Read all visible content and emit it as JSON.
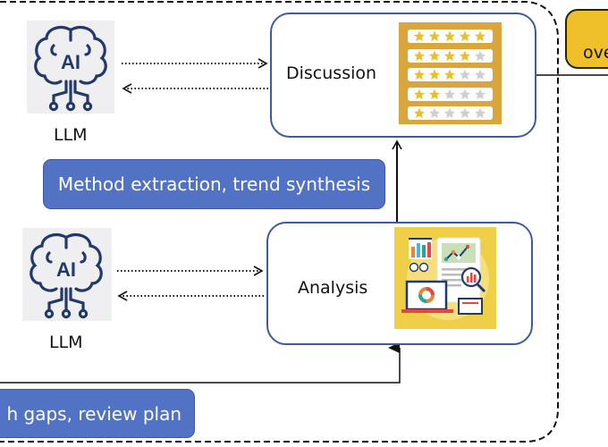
{
  "llm_nodes": [
    {
      "label": "LLM",
      "icon": "ai-brain-icon",
      "icon_text": "AI"
    },
    {
      "label": "LLM",
      "icon": "ai-brain-icon",
      "icon_text": "AI"
    }
  ],
  "process_nodes": {
    "discussion": {
      "label": "Discussion",
      "icon": "star-rating-icon",
      "ratings": [
        5,
        4,
        3,
        2,
        1
      ],
      "max_rating": 5
    },
    "analysis": {
      "label": "Analysis",
      "icon": "data-analysis-icon"
    }
  },
  "step_labels": {
    "method": "Method extraction, trend synthesis",
    "gaps": "h gaps, review plan"
  },
  "side_box": {
    "text": "ove"
  },
  "colors": {
    "node_border": "#3e5a9e",
    "pill_fill": "#5272c4",
    "icon_navy": "#223a6b",
    "star_gold": "#e8c12a",
    "star_gray": "#cfcfcf",
    "rating_bg": "#d9a63e",
    "side_box_fill": "#f0c02a"
  }
}
